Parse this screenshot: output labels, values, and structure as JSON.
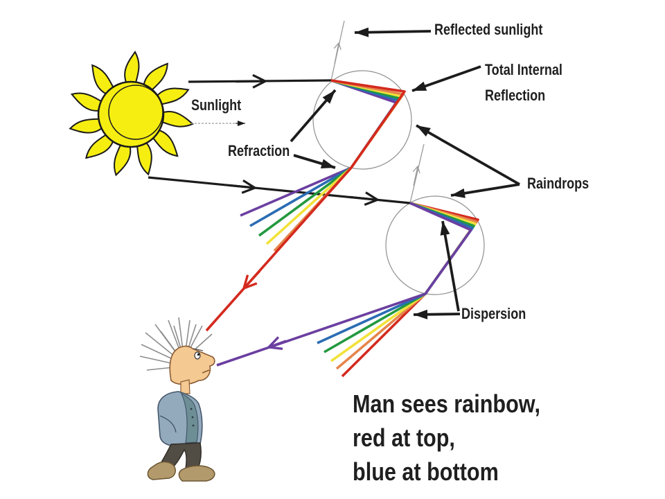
{
  "labels": {
    "reflected_sunlight": "Reflected sunlight",
    "total_internal_line1": "Total Internal",
    "total_internal_line2": "Reflection",
    "sunlight": "Sunlight",
    "refraction": "Refraction",
    "raindrops": "Raindrops",
    "dispersion": "Dispersion"
  },
  "caption": {
    "line1": "Man sees rainbow,",
    "line2": "red at top,",
    "line3": "blue at bottom"
  },
  "colors": {
    "red": "#d42a1e",
    "orange": "#e5854c",
    "yellow": "#f2e23b",
    "green": "#23993f",
    "blue": "#2a6cb3",
    "violet": "#6b3fa0",
    "sun": "#f6ee11",
    "ink": "#1c1c1c",
    "faint": "#9a9a9a",
    "drop_outline": "#8f8f8f"
  }
}
